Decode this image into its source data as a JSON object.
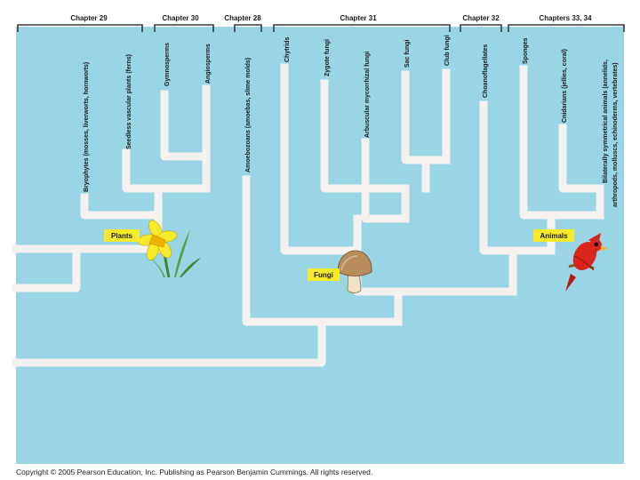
{
  "chapters": [
    {
      "label": "Chapter 29"
    },
    {
      "label": "Chapter 30"
    },
    {
      "label": "Chapter 28"
    },
    {
      "label": "Chapter 31"
    },
    {
      "label": "Chapter 32"
    },
    {
      "label": "Chapters 33, 34"
    }
  ],
  "taxa": [
    {
      "label": "Bryophytes (mosses, liverworts, hornworts)"
    },
    {
      "label": "Seedless vascular plants (ferns)"
    },
    {
      "label": "Gymnosperms"
    },
    {
      "label": "Angiosperms"
    },
    {
      "label": "Amoebozoans (amoebas, slime molds)"
    },
    {
      "label": "Chytrids"
    },
    {
      "label": "Zygote fungi"
    },
    {
      "label": "Arbuscular mycorrhizal fungi"
    },
    {
      "label": "Sac fungi"
    },
    {
      "label": "Club fungi"
    },
    {
      "label": "Choanoflagellates"
    },
    {
      "label": "Sponges"
    },
    {
      "label": "Cnidarians (jellies, coral)"
    },
    {
      "label": "Bilaterally symmetrical animals (annelids,",
      "label2": "arthropods, molluscs, echinoderms, vertebrates)"
    }
  ],
  "groups": {
    "plants": "Plants",
    "fungi": "Fungi",
    "animals": "Animals"
  },
  "copyright": "Copyright © 2005 Pearson Education, Inc. Publishing as Pearson Benjamin Cummings. All rights reserved.",
  "colors": {
    "background": "#99d5e4",
    "branch": "#f4f1ee",
    "label_box": "#f6ea2a",
    "bracket": "#3b3b3b"
  }
}
